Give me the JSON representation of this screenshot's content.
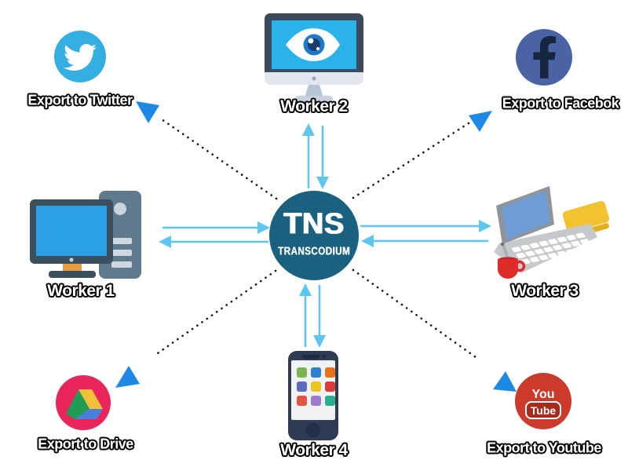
{
  "diagram": {
    "center": {
      "title": "TNS",
      "subtitle": "TRANSCODIUM",
      "color": "#19617F"
    },
    "workers": [
      {
        "label": "Worker 1",
        "icon": "desktop-computer-icon"
      },
      {
        "label": "Worker 2",
        "icon": "monitor-eye-icon"
      },
      {
        "label": "Worker 3",
        "icon": "laptop-icon"
      },
      {
        "label": "Worker 4",
        "icon": "smartphone-icon"
      }
    ],
    "exports": [
      {
        "label": "Export to Twitter",
        "icon": "twitter-icon",
        "color": "#35AEE2"
      },
      {
        "label": "Export to Facebok",
        "icon": "facebook-icon",
        "color": "#4A63A5"
      },
      {
        "label": "Export to Drive",
        "icon": "google-drive-icon",
        "color": "#E8265C"
      },
      {
        "label": "Export to Youtube",
        "icon": "youtube-icon",
        "color": "#CB3A2B",
        "logo_top": "You",
        "logo_bottom": "Tube"
      }
    ],
    "colors": {
      "solid_arrow": "#5FC6F0",
      "dotted_line": "#141414",
      "export_arrowhead": "#1E88E5"
    }
  }
}
